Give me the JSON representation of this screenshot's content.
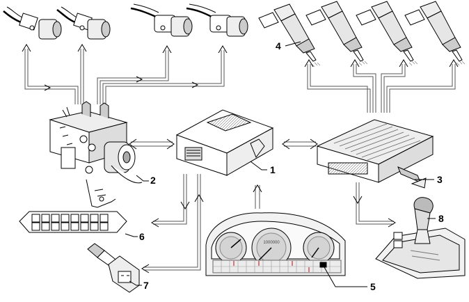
{
  "callouts": {
    "c1": "1",
    "c2": "2",
    "c3": "3",
    "c4": "4",
    "c5": "5",
    "c6": "6",
    "c7": "7",
    "c8": "8"
  },
  "cluster_odometer": "1000000",
  "colors": {
    "line": "#000000",
    "panel": "#e6e6e6",
    "shade": "#9a9a9a",
    "warn_lamp": "#cc0000"
  }
}
